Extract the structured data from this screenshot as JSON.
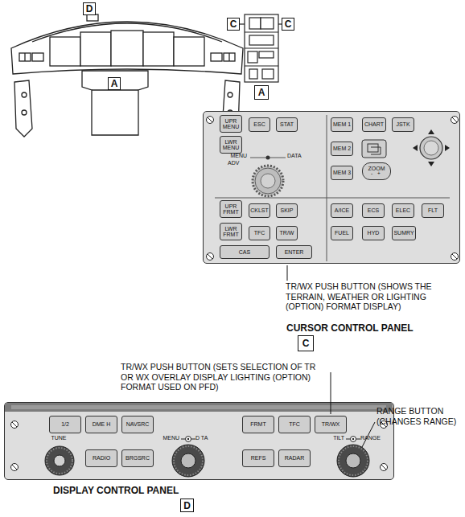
{
  "diagram": {
    "nodes": [
      {
        "text": [
          "D"
        ]
      },
      {
        "text": [
          "A"
        ]
      },
      {
        "text": [
          "C"
        ]
      },
      {
        "text": [
          "C"
        ]
      },
      {
        "text": [
          "A"
        ]
      },
      {
        "text": [
          "CURSOR CONTROL PANEL"
        ]
      },
      {
        "text": [
          "UPR MENU"
        ],
        "in": 5
      },
      {
        "text": [
          "ESC"
        ],
        "in": 5
      },
      {
        "text": [
          "STAT"
        ],
        "in": 5
      },
      {
        "text": [
          "LWR MENU"
        ],
        "in": 5
      },
      {
        "text": [
          "MEM 1"
        ],
        "in": 5
      },
      {
        "text": [
          "MEM 2"
        ],
        "in": 5
      },
      {
        "text": [
          "MEM 3"
        ],
        "in": 5
      },
      {
        "text": [
          "CHART"
        ],
        "in": 5
      },
      {
        "text": [
          "JSTK"
        ],
        "in": 5
      },
      {
        "text": [
          "ZOOM",
          "- +"
        ],
        "in": 5
      },
      {
        "text": [
          "UPR FRMT"
        ],
        "in": 5
      },
      {
        "text": [
          "CKLST"
        ],
        "in": 5
      },
      {
        "text": [
          "SKIP"
        ],
        "in": 5
      },
      {
        "text": [
          "A/ICE"
        ],
        "in": 5
      },
      {
        "text": [
          "ECS"
        ],
        "in": 5
      },
      {
        "text": [
          "ELEC"
        ],
        "in": 5
      },
      {
        "text": [
          "FLT"
        ],
        "in": 5
      },
      {
        "text": [
          "LWR FRMT"
        ],
        "in": 5
      },
      {
        "text": [
          "TFC"
        ],
        "in": 5
      },
      {
        "text": [
          "TR/W"
        ],
        "in": 5
      },
      {
        "text": [
          "FUEL"
        ],
        "in": 5
      },
      {
        "text": [
          "HYD"
        ],
        "in": 5
      },
      {
        "text": [
          "SUMRY"
        ],
        "in": 5
      },
      {
        "text": [
          "CAS"
        ],
        "in": 5
      },
      {
        "text": [
          "ENTER"
        ],
        "in": 5
      },
      {
        "text": [
          "C"
        ]
      },
      {
        "text": [
          "DISPLAY CONTROL PANEL"
        ]
      },
      {
        "text": [
          "1/2"
        ],
        "in": 32
      },
      {
        "text": [
          "DME H"
        ],
        "in": 32
      },
      {
        "text": [
          "NAVSRC"
        ],
        "in": 32
      },
      {
        "text": [
          "FRMT"
        ],
        "in": 32
      },
      {
        "text": [
          "TFC"
        ],
        "in": 32
      },
      {
        "text": [
          "TR/WX"
        ],
        "in": 32
      },
      {
        "text": [
          "RADIO"
        ],
        "in": 32
      },
      {
        "text": [
          "BRGSRC"
        ],
        "in": 32
      },
      {
        "text": [
          "REFS"
        ],
        "in": 32
      },
      {
        "text": [
          "RADAR"
        ],
        "in": 32
      },
      {
        "text": [
          "D"
        ]
      }
    ],
    "labels": [
      "MENU",
      "DATA",
      "ADV",
      "TR/WX PUSH BUTTON (SHOWS THE TERRAIN, WEATHER OR LIGHTING (OPTION) FORMAT DISPLAY)",
      "TR/WX PUSH BUTTON (SETS SELECTION OF TR OR WX OVERLAY DISPLAY LIGHTING (OPTION) FORMAT USED ON PFD)",
      "RANGE BUTTON (CHANGES RANGE)",
      "TUNE",
      "MENU",
      "D TA",
      "TILT",
      "RANGE"
    ]
  }
}
